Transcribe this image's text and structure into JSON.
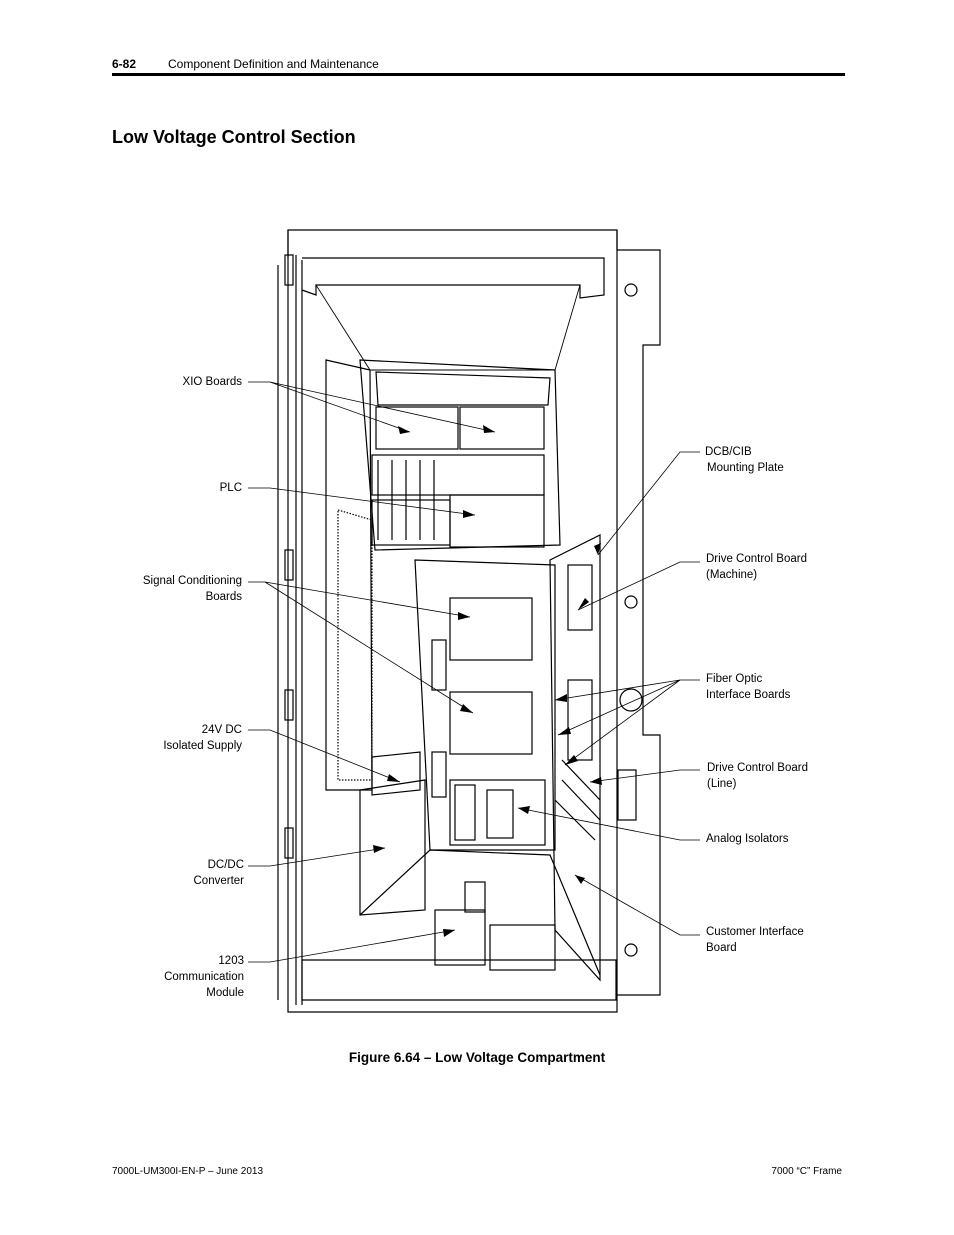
{
  "header": {
    "page_number": "6-82",
    "chapter_title": "Component Definition and Maintenance"
  },
  "section_title": "Low Voltage Control Section",
  "figure": {
    "caption": "Figure 6.64 – Low Voltage Compartment",
    "callouts_left": {
      "xio_boards": "XIO Boards",
      "plc": "PLC",
      "signal_conditioning_1": "Signal Conditioning",
      "signal_conditioning_2": "Boards",
      "supply_1": "24V DC",
      "supply_2": "Isolated Supply",
      "dcdc_1": "DC/DC",
      "dcdc_2": "Converter",
      "comm_1": "1203",
      "comm_2": "Communication",
      "comm_3": "Module"
    },
    "callouts_right": {
      "dcb_cib_1": "DCB/CIB",
      "dcb_cib_2": "Mounting Plate",
      "dcb_machine_1": "Drive Control Board",
      "dcb_machine_2": "(Machine)",
      "fiber_1": "Fiber Optic",
      "fiber_2": "Interface Boards",
      "dcb_line_1": "Drive Control Board",
      "dcb_line_2": "(Line)",
      "analog_isolators": "Analog Isolators",
      "cib_1": "Customer Interface",
      "cib_2": "Board"
    }
  },
  "footer": {
    "doc_id": "7000L-UM300I-EN-P – June 2013",
    "frame": "7000 “C” Frame"
  }
}
